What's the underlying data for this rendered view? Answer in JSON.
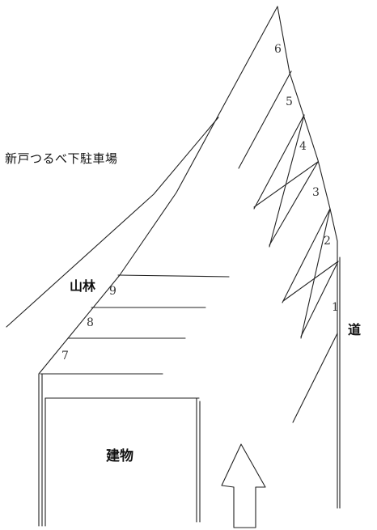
{
  "title": "新戸つるべ下駐車場",
  "labels": {
    "forest": "山林",
    "road": "道",
    "building": "建物"
  },
  "spaces": [
    "1",
    "2",
    "3",
    "4",
    "5",
    "6",
    "7",
    "8",
    "9"
  ],
  "entrance_arrow": {
    "direction": "up",
    "icon": "arrow-up-icon"
  },
  "line_color": "#222222"
}
